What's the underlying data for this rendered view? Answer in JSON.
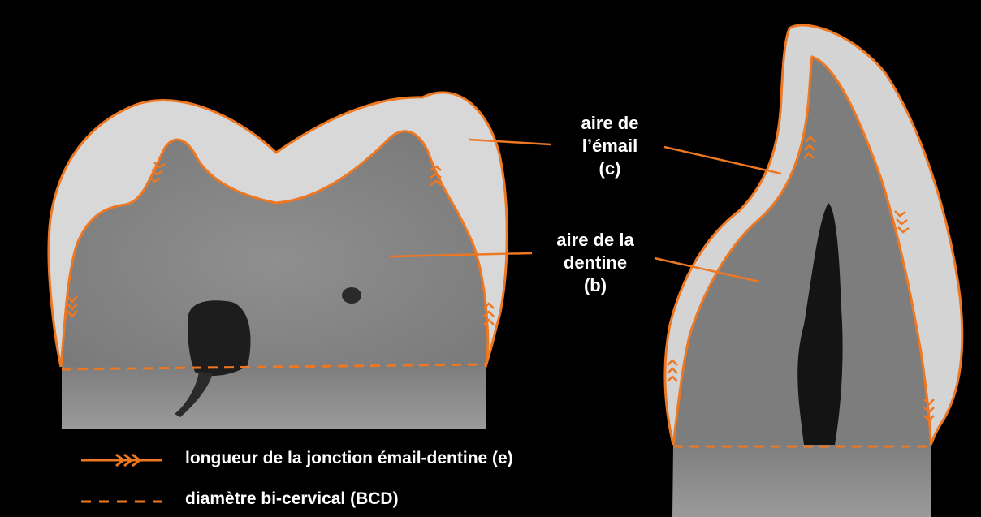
{
  "labels": {
    "enamel_line1": "aire de",
    "enamel_line2": "l’émail",
    "enamel_line3": "(c)",
    "dentine_line1": "aire de la",
    "dentine_line2": "dentine",
    "dentine_line3": "(b)"
  },
  "legend": {
    "edj_label": "longueur de la jonction émail-dentine (e)",
    "bcd_label": "diamètre bi-cervical (BCD)"
  },
  "colors": {
    "outline": "#ee7722",
    "enamel": "#d9d9d9",
    "dentine": "#8a8a8a",
    "pulp": "#1a1a1a",
    "background": "#000000",
    "label_text": "#ffffff"
  }
}
